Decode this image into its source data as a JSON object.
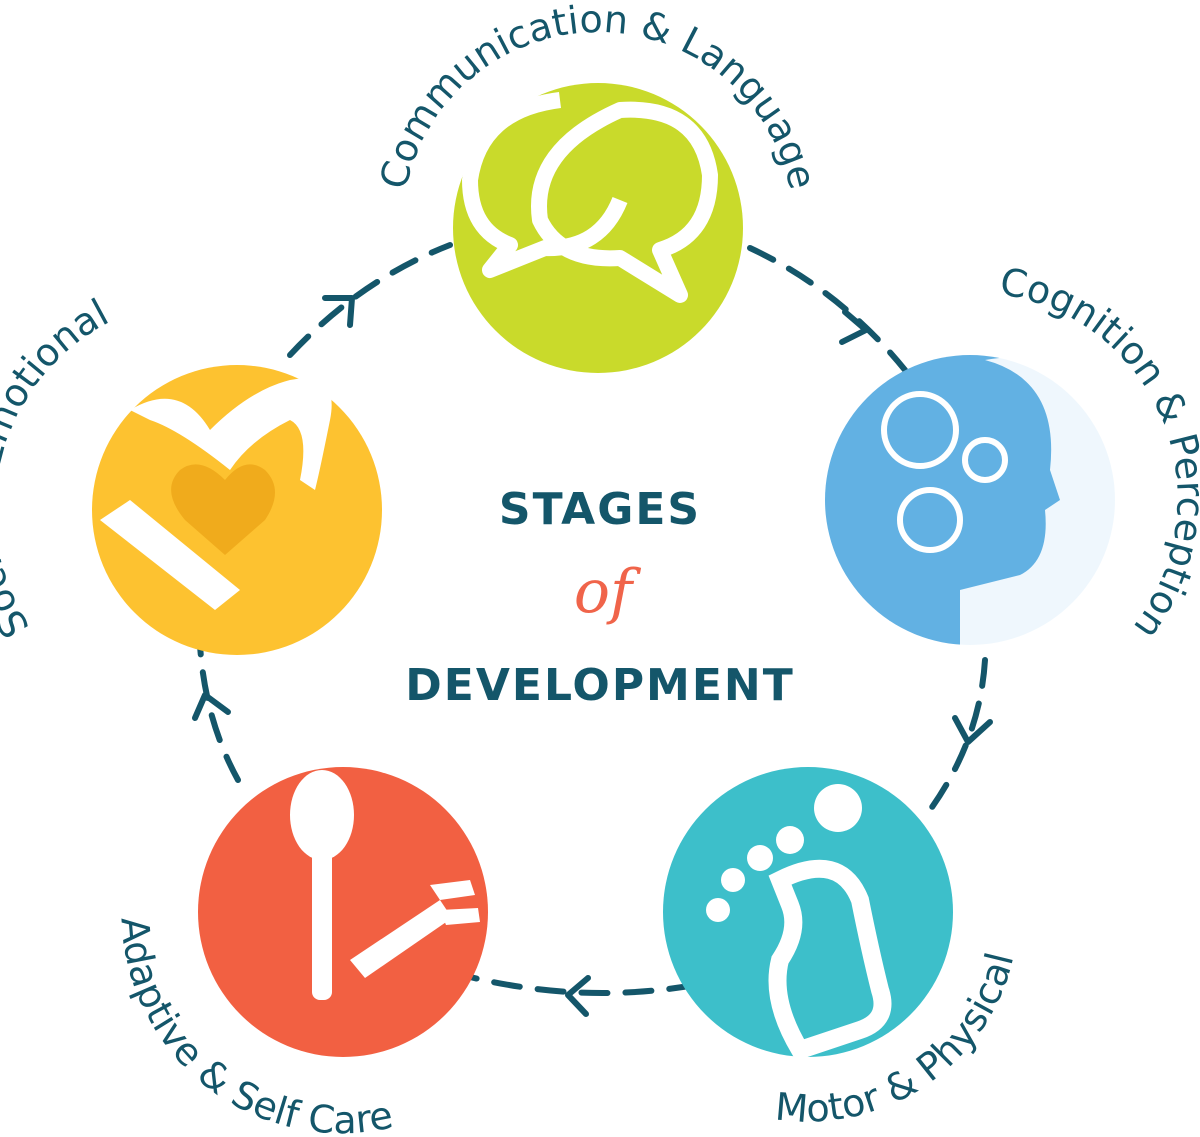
{
  "title": {
    "line1": "STAGES",
    "line2": "of",
    "line3": "DEVELOPMENT"
  },
  "colors": {
    "text": "#14566a",
    "accent": "#f0644a"
  },
  "stages": [
    {
      "label": "Communication & Language",
      "color": "#c9da2b",
      "icon": "speech-bubbles-icon"
    },
    {
      "label": "Cognition & Perception",
      "color": "#62b1e3",
      "icon": "head-gears-icon"
    },
    {
      "label": "Motor & Physical",
      "color": "#3dbfca",
      "icon": "footprint-icon"
    },
    {
      "label": "Adaptive & Self Care",
      "color": "#f26042",
      "icon": "spoon-fork-icon"
    },
    {
      "label": "Social & Emotional",
      "color": "#fdc230",
      "icon": "hand-heart-icon"
    }
  ]
}
